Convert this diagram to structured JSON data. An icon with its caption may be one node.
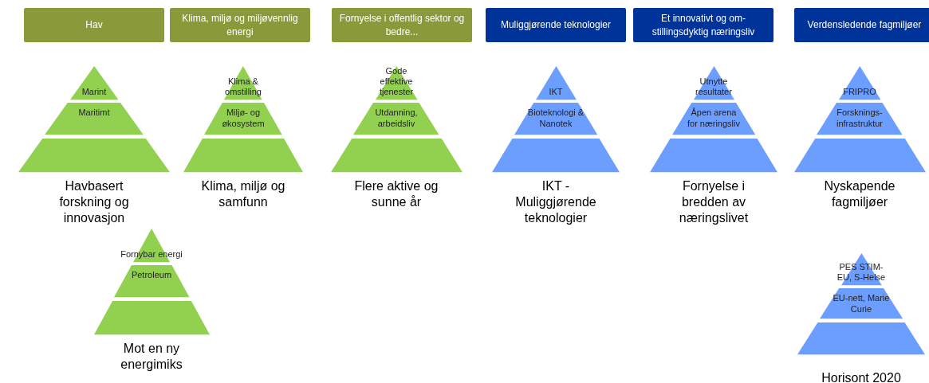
{
  "diagram": {
    "nodes": [
      {
        "text": [
          "Hav"
        ]
      },
      {
        "text": [
          "Klima, miljø og miljøvennlig energi"
        ]
      },
      {
        "text": [
          "Fornyelse i offentlig sektor og bedre..."
        ]
      },
      {
        "text": [
          "Muliggjørende teknologier"
        ]
      },
      {
        "text": [
          "Et innovativt og om-stillingsdyktig næringsliv"
        ]
      },
      {
        "text": [
          "Verdensledende fagmiljøer"
        ]
      },
      {
        "text": [
          "Marint"
        ]
      },
      {
        "text": [
          "Maritimt"
        ]
      },
      {
        "text": [],
        "shape": "trapezoid",
        "beside": [
          "Havbasert forskning og innovasjon"
        ]
      },
      {
        "text": [
          "Klima & omstilling"
        ]
      },
      {
        "text": [
          "Miljø- og økosystem"
        ]
      },
      {
        "text": [],
        "shape": "trapezoid",
        "beside": [
          "Klima, miljø og samfunn"
        ]
      },
      {
        "text": [
          "Gode effektive tjenester"
        ]
      },
      {
        "text": [
          "Utdanning, arbeidsliv"
        ]
      },
      {
        "text": [],
        "shape": "trapezoid",
        "beside": [
          "Flere aktive og sunne år"
        ]
      },
      {
        "text": [
          "IKT"
        ]
      },
      {
        "text": [
          "Bioteknologi & Nanotek"
        ]
      },
      {
        "text": [],
        "shape": "trapezoid",
        "beside": [
          "IKT - Muliggjørende teknologier"
        ]
      },
      {
        "text": [
          "Utnytte resultater"
        ]
      },
      {
        "text": [
          "Åpen arena for næringsliv"
        ]
      },
      {
        "text": [],
        "shape": "trapezoid",
        "beside": [
          "Fornyelse i bredden av næringslivet"
        ]
      },
      {
        "text": [
          "FRIPRO"
        ]
      },
      {
        "text": [
          "Forsknings-infrastruktur"
        ]
      },
      {
        "text": [],
        "shape": "trapezoid",
        "beside": [
          "Nyskapende fagmiljøer"
        ]
      },
      {
        "text": [
          "Fornybar energi"
        ]
      },
      {
        "text": [
          "Petroleum"
        ]
      },
      {
        "text": [],
        "shape": "trapezoid",
        "beside": [
          "Mot en ny energimiks"
        ]
      },
      {
        "text": [
          "PES STIM-EU, S-Helse"
        ]
      },
      {
        "text": [
          "EU-nett, Marie Curie"
        ]
      },
      {
        "text": [],
        "shape": "trapezoid",
        "beside": [
          "Horisont 2020"
        ]
      }
    ]
  }
}
